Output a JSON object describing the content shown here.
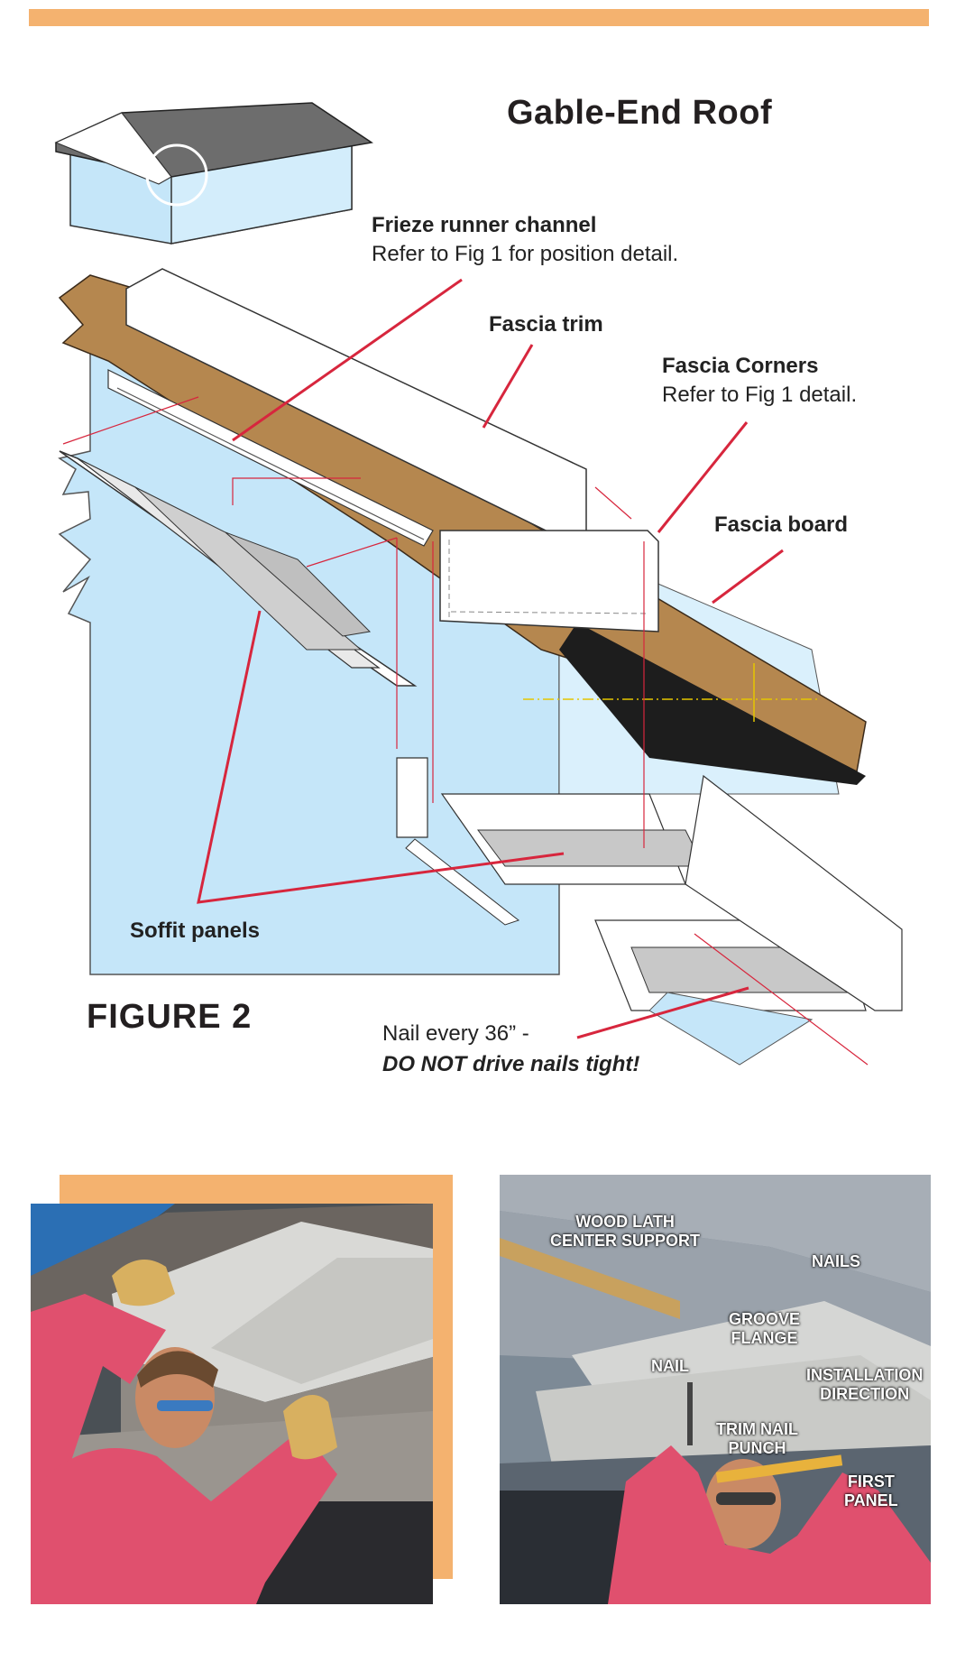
{
  "title": "Gable-End Roof",
  "figure_label": "FIGURE 2",
  "callouts": {
    "frieze_title": "Frieze runner channel",
    "frieze_note": "Refer to Fig 1 for position detail.",
    "fascia_trim": "Fascia trim",
    "fascia_corners_title": "Fascia Corners",
    "fascia_corners_note": "Refer to Fig 1 detail.",
    "fascia_board": "Fascia board",
    "soffit_panels": "Soffit panels",
    "nail_line1": "Nail every 36” -",
    "nail_line2": "DO NOT drive nails tight!"
  },
  "photo_labels": {
    "wood_lath": "WOOD LATH\nCENTER SUPPORT",
    "nails": "NAILS",
    "groove_flange": "GROOVE\nFLANGE",
    "nail": "NAIL",
    "installation_direction": "INSTALLATION\nDIRECTION",
    "trim_nail_punch": "TRIM NAIL\nPUNCH",
    "first_panel": "FIRST\nPANEL"
  },
  "colors": {
    "accent_orange": "#f4b26f",
    "wall_blue": "#c5e6f9",
    "fascia_brown": "#b5874f",
    "leader_red": "#d7263d",
    "shirt_pink": "#e0506e"
  }
}
